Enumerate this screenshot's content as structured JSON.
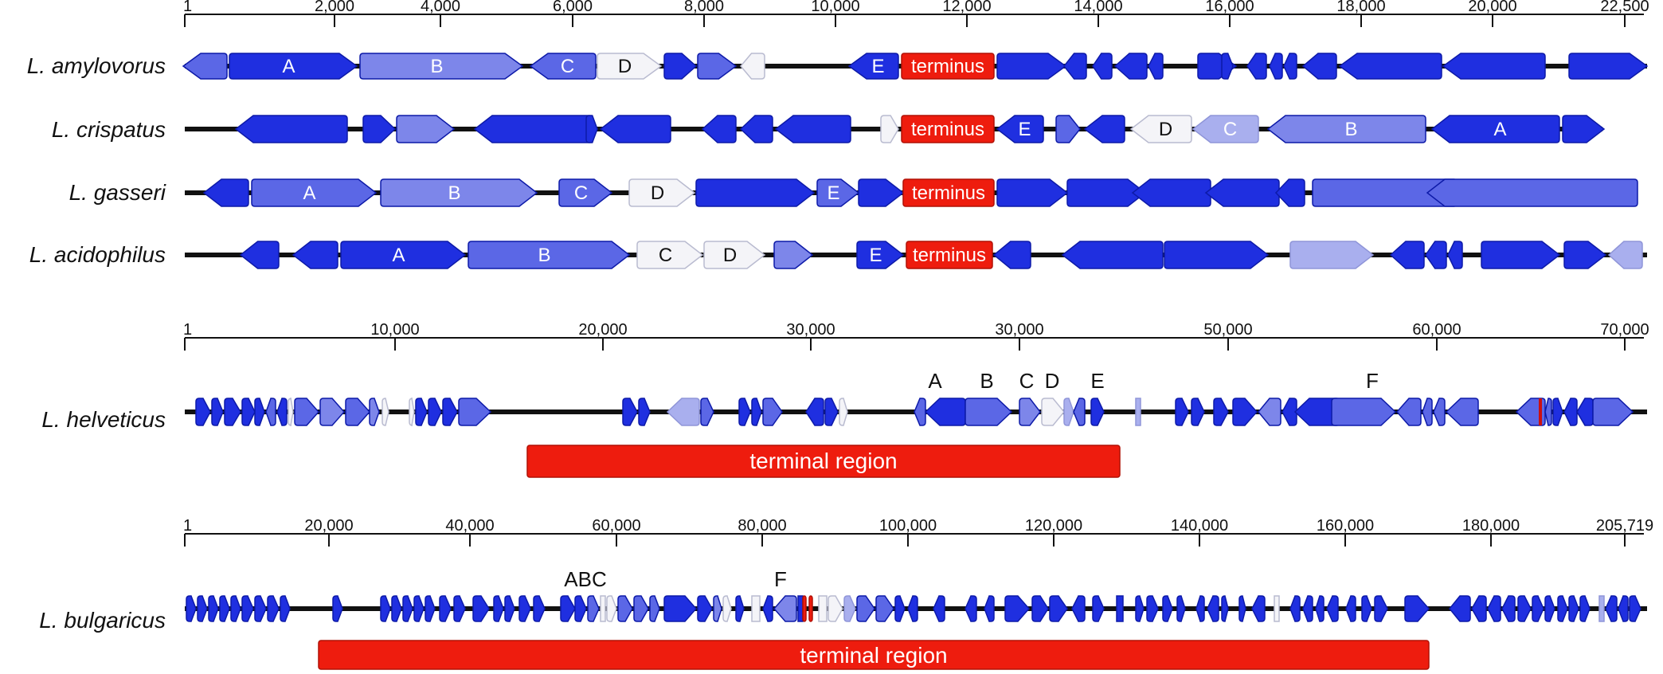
{
  "colors": {
    "backbone": "#111111",
    "strong": "#1f2fe0",
    "mid": "#5b67e6",
    "soft": "#7d86ea",
    "light": "#a9afee",
    "white": "#f4f4f8",
    "terminus": "#ee1c0e",
    "edge": "#0d1aa8"
  },
  "panels": [
    {
      "id": "top",
      "axis_ticks": [
        "1",
        "2,000",
        "4,000",
        "6,000",
        "8,000",
        "10,000",
        "12,000",
        "14,000",
        "16,000",
        "18,000",
        "20,000",
        "22,500"
      ],
      "tracks": [
        {
          "species": "L. amylovorus",
          "genes": [
            {
              "dir": "L",
              "shade": "mid",
              "label": ""
            },
            {
              "dir": "R",
              "shade": "strong",
              "label": "A"
            },
            {
              "dir": "R",
              "shade": "soft",
              "label": "B"
            },
            {
              "dir": "L",
              "shade": "mid",
              "label": "C"
            },
            {
              "dir": "R",
              "shade": "white",
              "label": "D"
            },
            {
              "dir": "R",
              "shade": "strong",
              "label": ""
            },
            {
              "dir": "R",
              "shade": "mid",
              "label": ""
            },
            {
              "dir": "L",
              "shade": "white",
              "label": ""
            },
            {
              "dir": "L",
              "shade": "strong",
              "label": "E"
            },
            {
              "dir": "B",
              "shade": "terminus",
              "label": "terminus"
            },
            {
              "dir": "R",
              "shade": "strong",
              "label": ""
            },
            {
              "dir": "L",
              "shade": "strong",
              "label": ""
            },
            {
              "dir": "L",
              "shade": "strong",
              "label": ""
            },
            {
              "dir": "L",
              "shade": "strong",
              "label": ""
            },
            {
              "dir": "L",
              "shade": "strong",
              "label": ""
            },
            {
              "dir": "R",
              "shade": "strong",
              "label": ""
            },
            {
              "dir": "R",
              "shade": "strong",
              "label": ""
            },
            {
              "dir": "L",
              "shade": "strong",
              "label": ""
            },
            {
              "dir": "L",
              "shade": "strong",
              "label": ""
            },
            {
              "dir": "L",
              "shade": "strong",
              "label": ""
            },
            {
              "dir": "L",
              "shade": "strong",
              "label": ""
            },
            {
              "dir": "L",
              "shade": "strong",
              "label": ""
            },
            {
              "dir": "L",
              "shade": "strong",
              "label": ""
            },
            {
              "dir": "R",
              "shade": "strong",
              "label": ""
            }
          ]
        },
        {
          "species": "L. crispatus",
          "genes": [
            {
              "dir": "L",
              "shade": "strong",
              "label": ""
            },
            {
              "dir": "R",
              "shade": "strong",
              "label": ""
            },
            {
              "dir": "R",
              "shade": "soft",
              "label": ""
            },
            {
              "dir": "L",
              "shade": "strong",
              "label": ""
            },
            {
              "dir": "R",
              "shade": "strong",
              "label": ""
            },
            {
              "dir": "L",
              "shade": "strong",
              "label": ""
            },
            {
              "dir": "L",
              "shade": "strong",
              "label": ""
            },
            {
              "dir": "L",
              "shade": "strong",
              "label": ""
            },
            {
              "dir": "L",
              "shade": "strong",
              "label": ""
            },
            {
              "dir": "R",
              "shade": "white",
              "label": ""
            },
            {
              "dir": "B",
              "shade": "terminus",
              "label": "terminus"
            },
            {
              "dir": "L",
              "shade": "strong",
              "label": "E"
            },
            {
              "dir": "R",
              "shade": "mid",
              "label": ""
            },
            {
              "dir": "L",
              "shade": "strong",
              "label": ""
            },
            {
              "dir": "L",
              "shade": "white",
              "label": "D"
            },
            {
              "dir": "L",
              "shade": "light",
              "label": "C"
            },
            {
              "dir": "L",
              "shade": "soft",
              "label": "B"
            },
            {
              "dir": "L",
              "shade": "strong",
              "label": "A"
            },
            {
              "dir": "R",
              "shade": "strong",
              "label": ""
            }
          ]
        },
        {
          "species": "L. gasseri",
          "genes": [
            {
              "dir": "L",
              "shade": "strong",
              "label": ""
            },
            {
              "dir": "R",
              "shade": "mid",
              "label": "A"
            },
            {
              "dir": "R",
              "shade": "soft",
              "label": "B"
            },
            {
              "dir": "R",
              "shade": "mid",
              "label": "C"
            },
            {
              "dir": "R",
              "shade": "white",
              "label": "D"
            },
            {
              "dir": "R",
              "shade": "strong",
              "label": ""
            },
            {
              "dir": "R",
              "shade": "mid",
              "label": "E"
            },
            {
              "dir": "R",
              "shade": "strong",
              "label": ""
            },
            {
              "dir": "B",
              "shade": "terminus",
              "label": "terminus"
            },
            {
              "dir": "R",
              "shade": "strong",
              "label": ""
            },
            {
              "dir": "R",
              "shade": "strong",
              "label": ""
            },
            {
              "dir": "L",
              "shade": "strong",
              "label": ""
            },
            {
              "dir": "L",
              "shade": "strong",
              "label": ""
            },
            {
              "dir": "L",
              "shade": "strong",
              "label": ""
            },
            {
              "dir": "R",
              "shade": "mid",
              "label": ""
            },
            {
              "dir": "L",
              "shade": "mid",
              "label": ""
            }
          ]
        },
        {
          "species": "L. acidophilus",
          "genes": [
            {
              "dir": "L",
              "shade": "strong",
              "label": ""
            },
            {
              "dir": "L",
              "shade": "strong",
              "label": ""
            },
            {
              "dir": "R",
              "shade": "strong",
              "label": "A"
            },
            {
              "dir": "R",
              "shade": "mid",
              "label": "B"
            },
            {
              "dir": "R",
              "shade": "white",
              "label": "C"
            },
            {
              "dir": "R",
              "shade": "white",
              "label": "D"
            },
            {
              "dir": "R",
              "shade": "soft",
              "label": ""
            },
            {
              "dir": "R",
              "shade": "strong",
              "label": "E"
            },
            {
              "dir": "B",
              "shade": "terminus",
              "label": "terminus"
            },
            {
              "dir": "L",
              "shade": "strong",
              "label": ""
            },
            {
              "dir": "L",
              "shade": "strong",
              "label": ""
            },
            {
              "dir": "R",
              "shade": "strong",
              "label": ""
            },
            {
              "dir": "R",
              "shade": "light",
              "label": ""
            },
            {
              "dir": "L",
              "shade": "strong",
              "label": ""
            },
            {
              "dir": "L",
              "shade": "strong",
              "label": ""
            },
            {
              "dir": "L",
              "shade": "strong",
              "label": ""
            },
            {
              "dir": "R",
              "shade": "strong",
              "label": ""
            },
            {
              "dir": "R",
              "shade": "strong",
              "label": ""
            },
            {
              "dir": "L",
              "shade": "light",
              "label": ""
            }
          ]
        }
      ]
    },
    {
      "id": "helveticus",
      "axis_ticks": [
        "1",
        "10,000",
        "20,000",
        "30,000",
        "30,000",
        "50,000",
        "60,000",
        "70,000"
      ],
      "species": "L. helveticus",
      "gene_labels": [
        "A",
        "B",
        "C",
        "D",
        "E",
        "F"
      ],
      "region_label": "terminal region"
    },
    {
      "id": "bulgaricus",
      "axis_ticks": [
        "1",
        "20,000",
        "40,000",
        "60,000",
        "80,000",
        "100,000",
        "120,000",
        "140,000",
        "160,000",
        "180,000",
        "205,719"
      ],
      "species": "L. bulgaricus",
      "gene_labels": [
        "ABC",
        "F"
      ],
      "region_label": "terminal region"
    }
  ]
}
